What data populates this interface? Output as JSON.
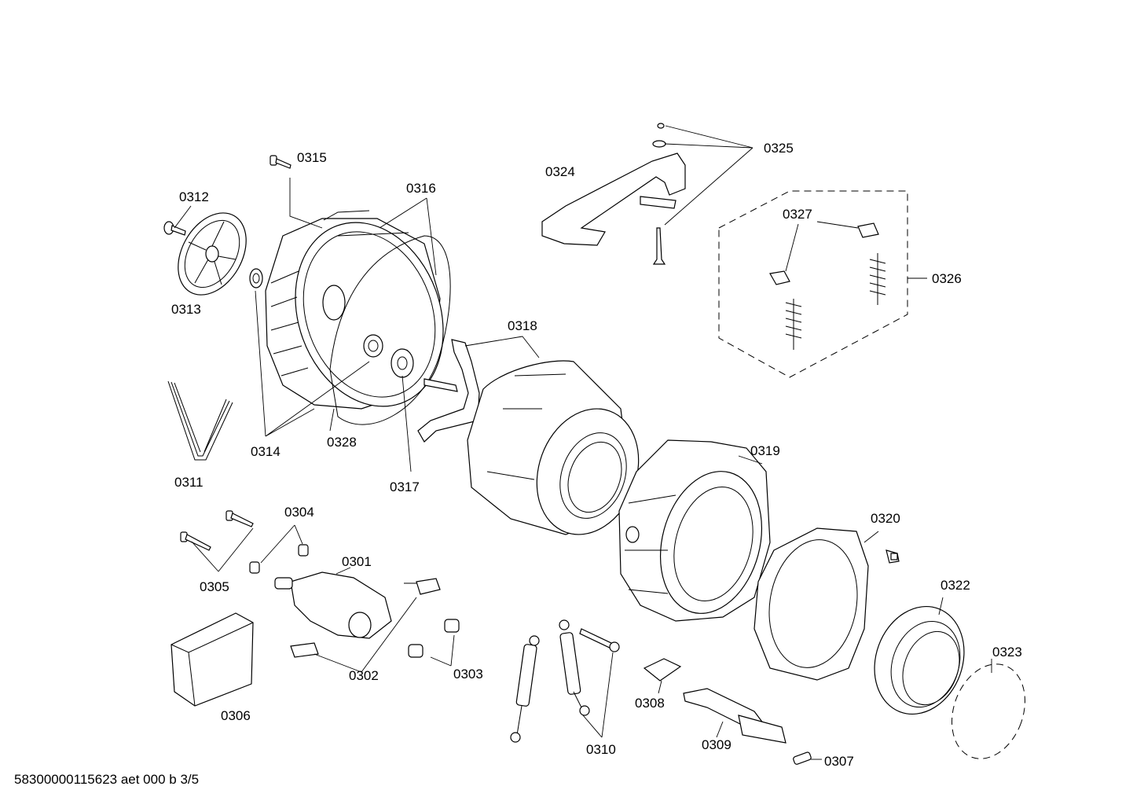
{
  "document_code": "58300000115623 aet 000 b 3/5",
  "parts": [
    {
      "id": "0301",
      "icon": "motor-icon"
    },
    {
      "id": "0302",
      "icon": "carbon-brush-icon"
    },
    {
      "id": "0303",
      "icon": "bushing-icon"
    },
    {
      "id": "0304",
      "icon": "bushing-icon"
    },
    {
      "id": "0305",
      "icon": "screw-icon"
    },
    {
      "id": "0306",
      "icon": "cover-icon"
    },
    {
      "id": "0307",
      "icon": "sensor-icon"
    },
    {
      "id": "0308",
      "icon": "clip-icon"
    },
    {
      "id": "0309",
      "icon": "heating-element-icon"
    },
    {
      "id": "0310",
      "icon": "shock-absorber-icon"
    },
    {
      "id": "0311",
      "icon": "drive-belt-icon"
    },
    {
      "id": "0312",
      "icon": "screw-icon"
    },
    {
      "id": "0313",
      "icon": "pulley-icon"
    },
    {
      "id": "0314",
      "icon": "bearing-icon"
    },
    {
      "id": "0315",
      "icon": "screw-icon"
    },
    {
      "id": "0316",
      "icon": "tub-rear-icon"
    },
    {
      "id": "0317",
      "icon": "shaft-seal-icon"
    },
    {
      "id": "0318",
      "icon": "drum-icon"
    },
    {
      "id": "0319",
      "icon": "tub-front-icon"
    },
    {
      "id": "0320",
      "icon": "counterweight-icon"
    },
    {
      "id": "0322",
      "icon": "door-seal-icon"
    },
    {
      "id": "0323",
      "icon": "clamp-spring-icon"
    },
    {
      "id": "0324",
      "icon": "bracket-icon"
    },
    {
      "id": "0325",
      "icon": "fastener-icon"
    },
    {
      "id": "0326",
      "icon": "spring-set-icon"
    },
    {
      "id": "0327",
      "icon": "spring-clip-icon"
    },
    {
      "id": "0328",
      "icon": "gasket-icon"
    }
  ]
}
